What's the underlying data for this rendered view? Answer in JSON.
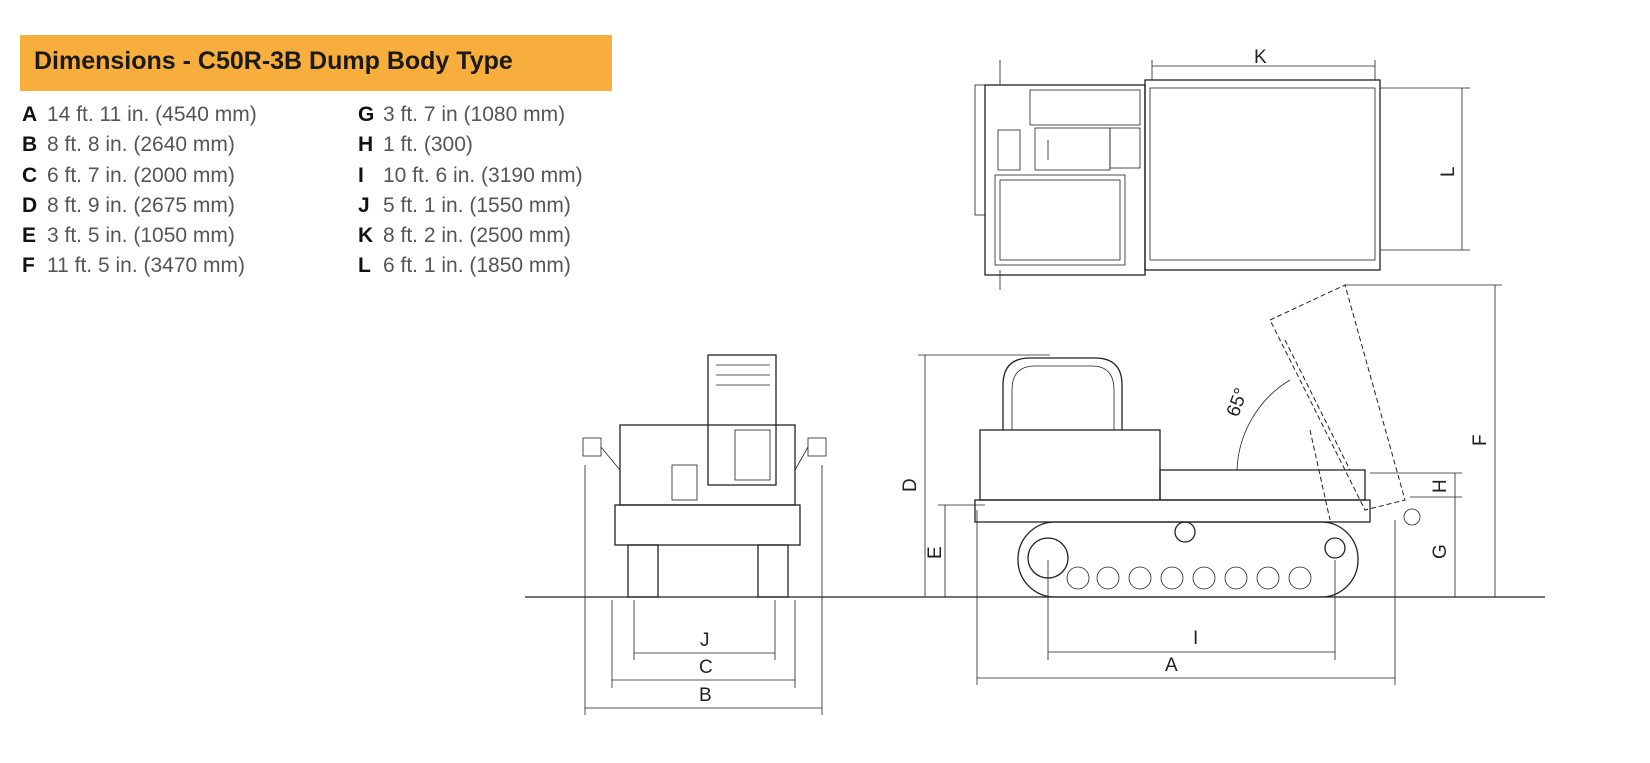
{
  "title": "Dimensions - C50R-3B Dump Body Type",
  "specs_left": [
    {
      "key": "A",
      "value": "14 ft. 11 in. (4540 mm)"
    },
    {
      "key": "B",
      "value": "8 ft. 8 in. (2640 mm)"
    },
    {
      "key": "C",
      "value": "6 ft. 7 in. (2000 mm)"
    },
    {
      "key": "D",
      "value": "8 ft. 9 in. (2675 mm)"
    },
    {
      "key": "E",
      "value": "3 ft. 5 in. (1050 mm)"
    },
    {
      "key": "F",
      "value": "11 ft. 5 in. (3470 mm)"
    }
  ],
  "specs_right": [
    {
      "key": "G",
      "value": "3 ft. 7 in (1080 mm)"
    },
    {
      "key": "H",
      "value": "1 ft. (300)"
    },
    {
      "key": "I",
      "value": "10 ft. 6 in. (3190 mm)"
    },
    {
      "key": "J",
      "value": "5 ft. 1 in. (1550 mm)"
    },
    {
      "key": "K",
      "value": "8 ft. 2 in. (2500 mm)"
    },
    {
      "key": "L",
      "value": "6 ft. 1 in. (1850 mm)"
    }
  ],
  "drawing_labels": {
    "A": "A",
    "B": "B",
    "C": "C",
    "D": "D",
    "E": "E",
    "F": "F",
    "G": "G",
    "H": "H",
    "I": "I",
    "J": "J",
    "K": "K",
    "L": "L",
    "angle": "65°"
  },
  "colors": {
    "header": "#F8AE3C"
  }
}
